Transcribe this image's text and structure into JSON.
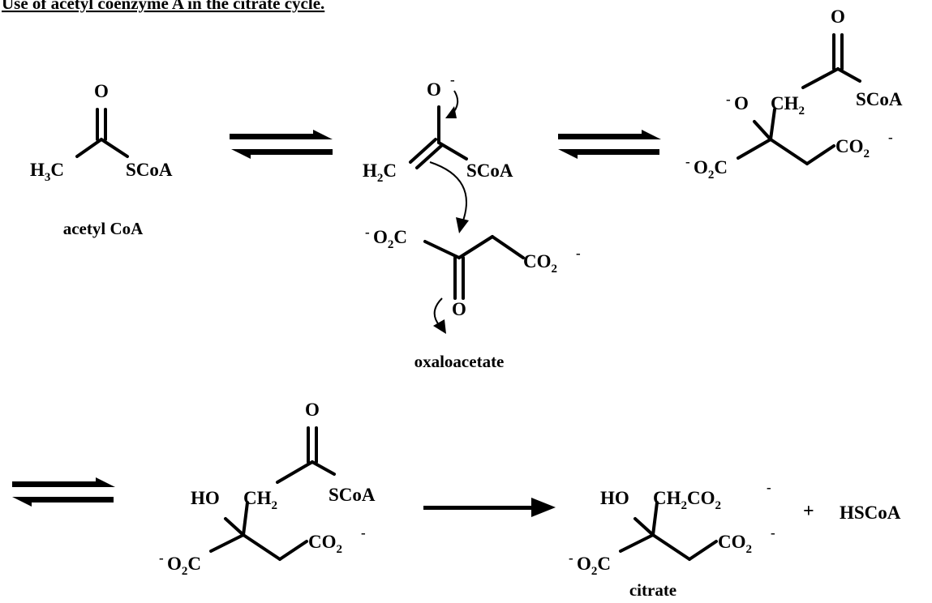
{
  "title": "Use of acetyl coenzyme A in the citrate cycle.",
  "compound_names": {
    "acetyl_coa": "acetyl CoA",
    "oxaloacetate": "oxaloacetate",
    "citrate": "citrate"
  },
  "labels": {
    "O": "O",
    "H": "H",
    "C": "C",
    "two": "2",
    "three": "3",
    "minus": "-",
    "SCoA": "SCoA",
    "CO": "CO",
    "HO": "HO",
    "CH": "CH",
    "CH2CO": "CH₂CO",
    "HSCoA": "HSCoA",
    "plus": "+"
  }
}
